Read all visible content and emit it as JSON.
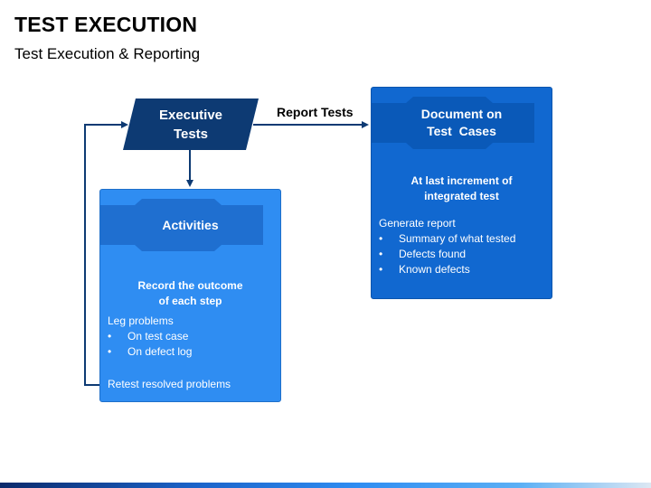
{
  "header": {
    "title": "TEST EXECUTION",
    "subtitle": "Test Execution & Reporting"
  },
  "nodes": {
    "execute": {
      "label_line1": "Executive",
      "label_line2": "Tests"
    },
    "activities": {
      "title": "Activities",
      "subhead_line1": "Record the outcome",
      "subhead_line2": "of each step",
      "list_heading": "Leg problems",
      "items": [
        "On test case",
        "On defect log"
      ],
      "footer": "Retest resolved problems"
    },
    "document": {
      "title_line1": "Document on",
      "title_line2": "Test  Cases",
      "subhead_line1": "At last increment of",
      "subhead_line2": "integrated test",
      "list_heading": "Generate report",
      "items": [
        "Summary of what tested",
        "Defects found",
        "Known defects"
      ]
    }
  },
  "edges": {
    "report_label": "Report Tests"
  },
  "colors": {
    "navy": "#0d3a73",
    "panel_light": "#2f8df2",
    "panel_dark": "#1168d0",
    "connector": "#0d3a73"
  }
}
